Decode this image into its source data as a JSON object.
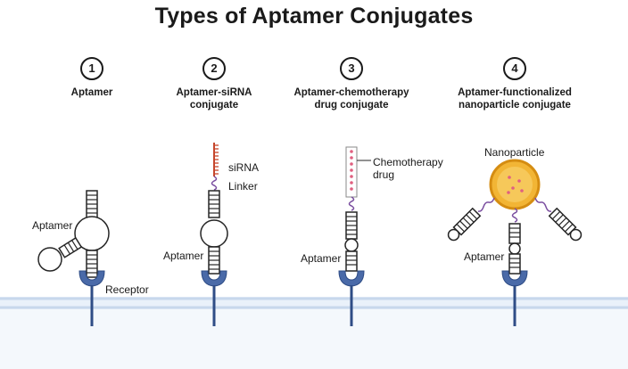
{
  "title": "Types of Aptamer Conjugates",
  "panels": [
    {
      "number": "1",
      "heading": "Aptamer"
    },
    {
      "number": "2",
      "heading": "Aptamer-siRNA\nconjugate"
    },
    {
      "number": "3",
      "heading": "Aptamer-chemotherapy\ndrug conjugate"
    },
    {
      "number": "4",
      "heading": "Aptamer-functionalized\nnanoparticle conjugate"
    }
  ],
  "labels": {
    "aptamer": "Aptamer",
    "receptor": "Receptor",
    "sirna": "siRNA",
    "linker": "Linker",
    "chemo_drug": "Chemotherapy\ndrug",
    "nanoparticle": "Nanoparticle"
  },
  "colors": {
    "receptor": "#4a6aa8",
    "receptor_dark": "#2f4d86",
    "membrane": "#c7d8ec",
    "membrane_light": "#e9f1fa",
    "cytoplasm": "#f4f8fc",
    "linker": "#7b4fa0",
    "sirna": "#c6462c",
    "drug_dot": "#e06080",
    "nanoparticle": "#f2b535",
    "nanoparticle_edge": "#d58d12",
    "strand": "#262626"
  }
}
